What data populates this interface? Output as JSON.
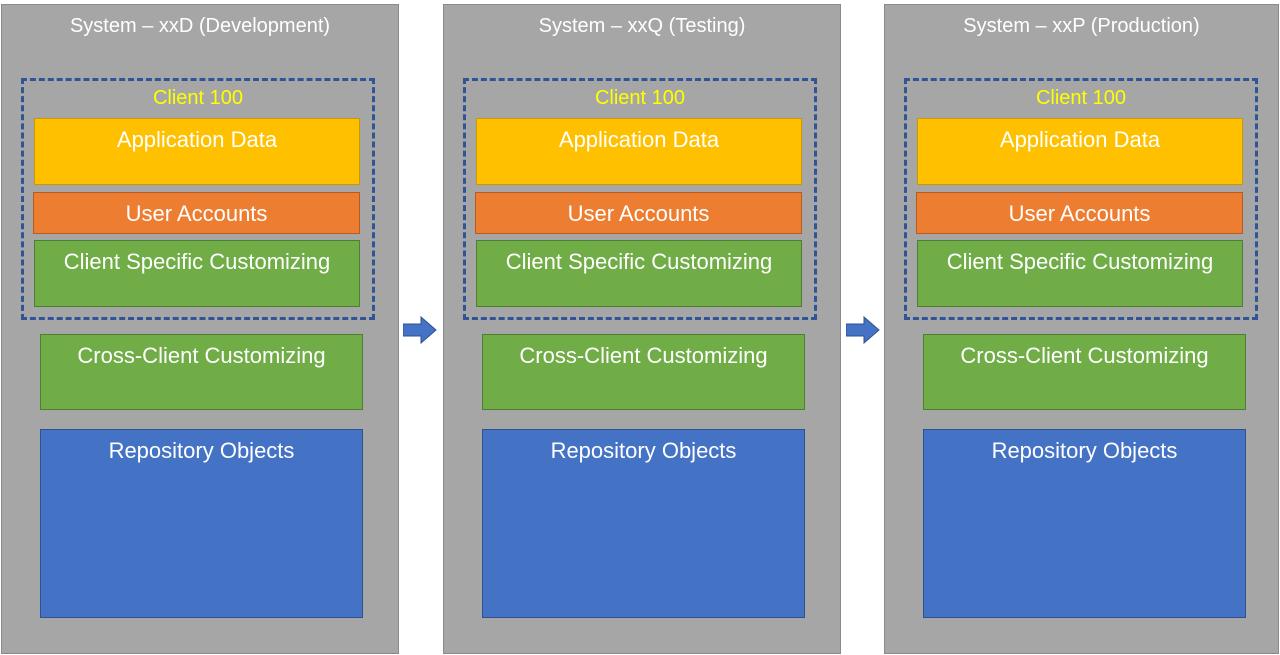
{
  "systems": [
    {
      "title": "System – xxD (Development)",
      "client_label": "Client 100",
      "blocks": {
        "application_data": "Application Data",
        "user_accounts": "User Accounts",
        "client_specific_customizing": "Client Specific Customizing",
        "cross_client_customizing": "Cross-Client Customizing",
        "repository_objects": "Repository Objects"
      }
    },
    {
      "title": "System – xxQ (Testing)",
      "client_label": "Client 100",
      "blocks": {
        "application_data": "Application Data",
        "user_accounts": "User Accounts",
        "client_specific_customizing": "Client Specific Customizing",
        "cross_client_customizing": "Cross-Client Customizing",
        "repository_objects": "Repository Objects"
      }
    },
    {
      "title": "System – xxP (Production)",
      "client_label": "Client 100",
      "blocks": {
        "application_data": "Application Data",
        "user_accounts": "User Accounts",
        "client_specific_customizing": "Client Specific Customizing",
        "cross_client_customizing": "Cross-Client Customizing",
        "repository_objects": "Repository Objects"
      }
    }
  ],
  "arrows": [
    {
      "icon": "right-arrow-icon",
      "from": "System – xxD (Development)",
      "to": "System – xxQ (Testing)"
    },
    {
      "icon": "right-arrow-icon",
      "from": "System – xxQ (Testing)",
      "to": "System – xxP (Production)"
    }
  ],
  "colors": {
    "system_bg": "#a6a6a6",
    "title_text": "#ffffff",
    "client_label": "#ffff00",
    "client_border": "#2f5597",
    "application_data": "#ffc000",
    "user_accounts": "#ed7d31",
    "customizing": "#70ad47",
    "repository_objects": "#4472c4",
    "arrow": "#4472c4"
  }
}
